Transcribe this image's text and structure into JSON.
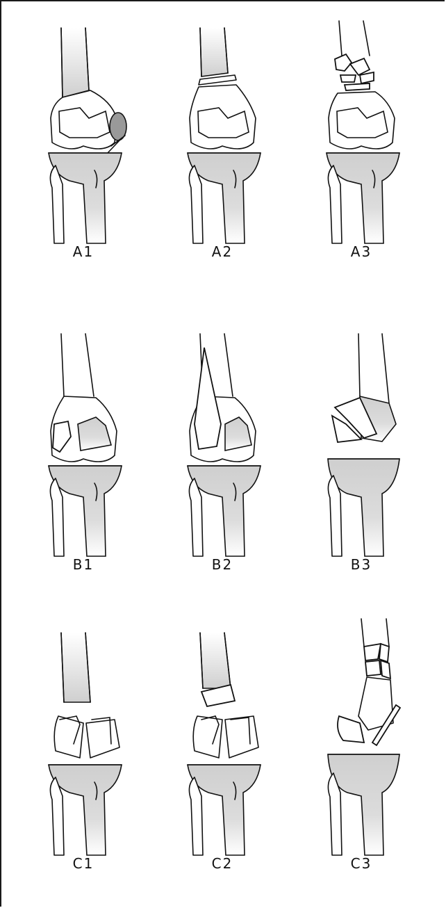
{
  "figure": {
    "panels": [
      {
        "id": "A1",
        "label": "A1"
      },
      {
        "id": "A2",
        "label": "A2"
      },
      {
        "id": "A3",
        "label": "A3"
      },
      {
        "id": "B1",
        "label": "B1"
      },
      {
        "id": "B2",
        "label": "B2"
      },
      {
        "id": "B3",
        "label": "B3"
      },
      {
        "id": "C1",
        "label": "C1"
      },
      {
        "id": "C2",
        "label": "C2"
      },
      {
        "id": "C3",
        "label": "C3"
      }
    ],
    "colors": {
      "outline": "#111111",
      "bone_shade": "#d9d9d9",
      "background": "#ffffff"
    }
  }
}
